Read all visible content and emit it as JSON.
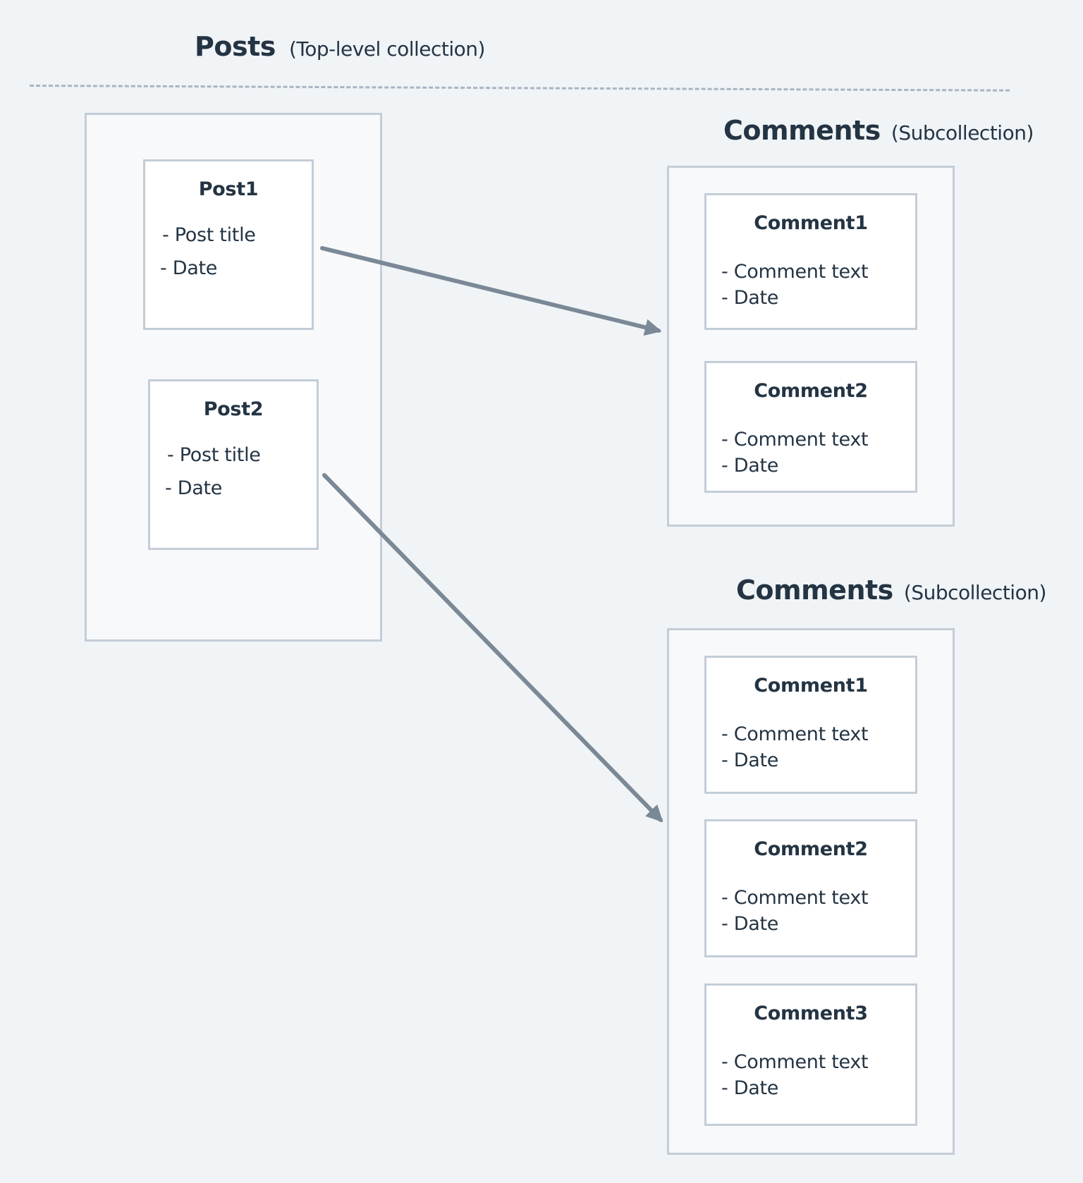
{
  "posts_collection": {
    "title": "Posts",
    "subtitle": "(Top-level collection)",
    "documents": [
      {
        "name": "Post1",
        "fields": [
          "- Post title",
          "- Date"
        ]
      },
      {
        "name": "Post2",
        "fields": [
          "- Post title",
          "- Date"
        ]
      }
    ]
  },
  "comments_collections": [
    {
      "title": "Comments",
      "subtitle": "(Subcollection)",
      "documents": [
        {
          "name": "Comment1",
          "fields": [
            "- Comment text",
            "- Date"
          ]
        },
        {
          "name": "Comment2",
          "fields": [
            "- Comment text",
            "- Date"
          ]
        }
      ]
    },
    {
      "title": "Comments",
      "subtitle": "(Subcollection)",
      "documents": [
        {
          "name": "Comment1",
          "fields": [
            "- Comment text",
            "- Date"
          ]
        },
        {
          "name": "Comment2",
          "fields": [
            "- Comment text",
            "- Date"
          ]
        },
        {
          "name": "Comment3",
          "fields": [
            "- Comment text",
            "- Date"
          ]
        }
      ]
    }
  ],
  "colors": {
    "background": "#f0f4f7",
    "panel_border": "#c3cdd7",
    "text": "#243443",
    "arrow": "#7b8896",
    "divider": "#a9b5c1"
  }
}
